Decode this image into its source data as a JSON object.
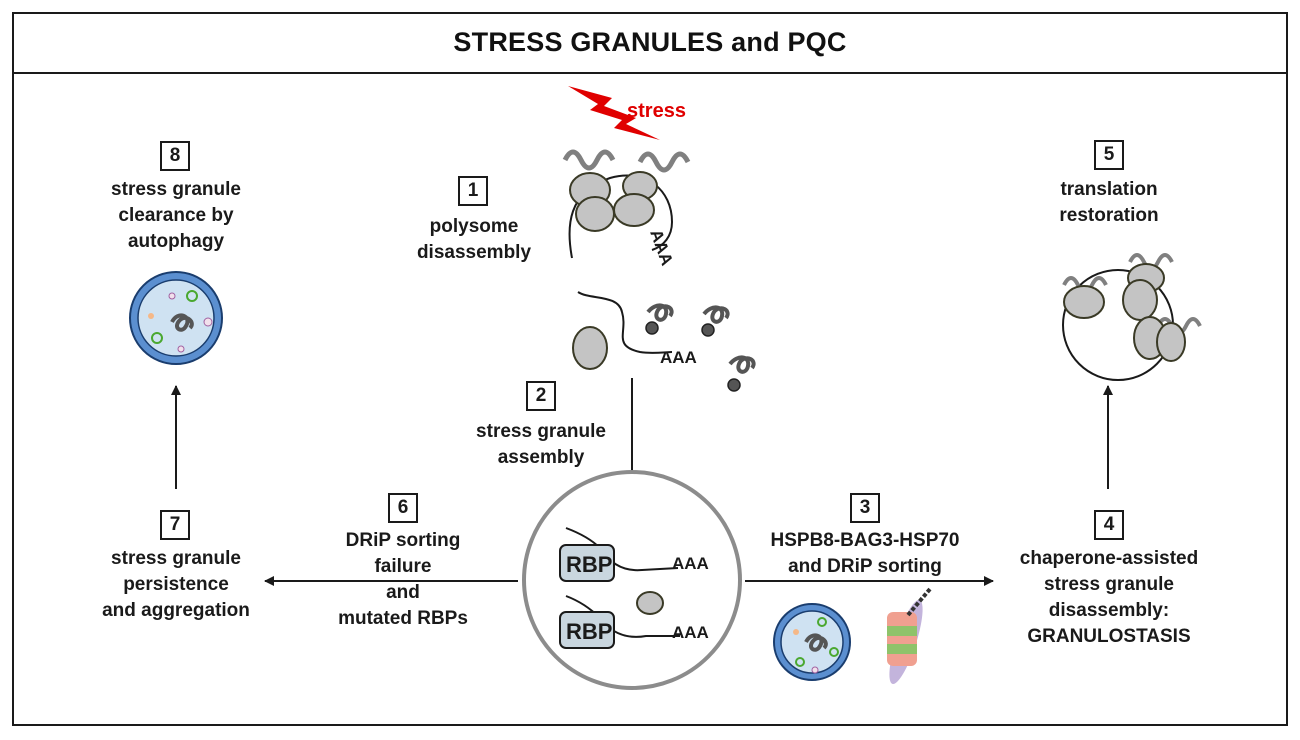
{
  "title": "STRESS GRANULES and PQC",
  "stress_label": "stress",
  "steps": {
    "s1": {
      "number": "1",
      "lines": [
        "polysome",
        "disassembly"
      ]
    },
    "s2": {
      "number": "2",
      "lines": [
        "stress granule",
        "assembly"
      ]
    },
    "s3": {
      "number": "3",
      "lines": [
        "HSPB8-BAG3-HSP70",
        "and DRiP sorting"
      ]
    },
    "s4": {
      "number": "4",
      "lines": [
        "chaperone-assisted",
        "stress granule",
        "disassembly:",
        "GRANULOSTASIS"
      ]
    },
    "s5": {
      "number": "5",
      "lines": [
        "translation",
        "restoration"
      ]
    },
    "s6": {
      "number": "6",
      "lines": [
        "DRiP sorting",
        "failure",
        "and",
        "mutated RBPs"
      ]
    },
    "s7": {
      "number": "7",
      "lines": [
        "stress granule",
        "persistence",
        "and aggregation"
      ]
    },
    "s8": {
      "number": "8",
      "lines": [
        "stress granule",
        "clearance by",
        "autophagy"
      ]
    }
  },
  "mrna_tail": "AAA",
  "rbp_label": "RBP",
  "colors": {
    "stress_red": "#e00000",
    "ribosome_fill": "#c4c4c4",
    "rbp_fill": "#c9d6df",
    "vesicle_blue": "#5b8fd0"
  }
}
